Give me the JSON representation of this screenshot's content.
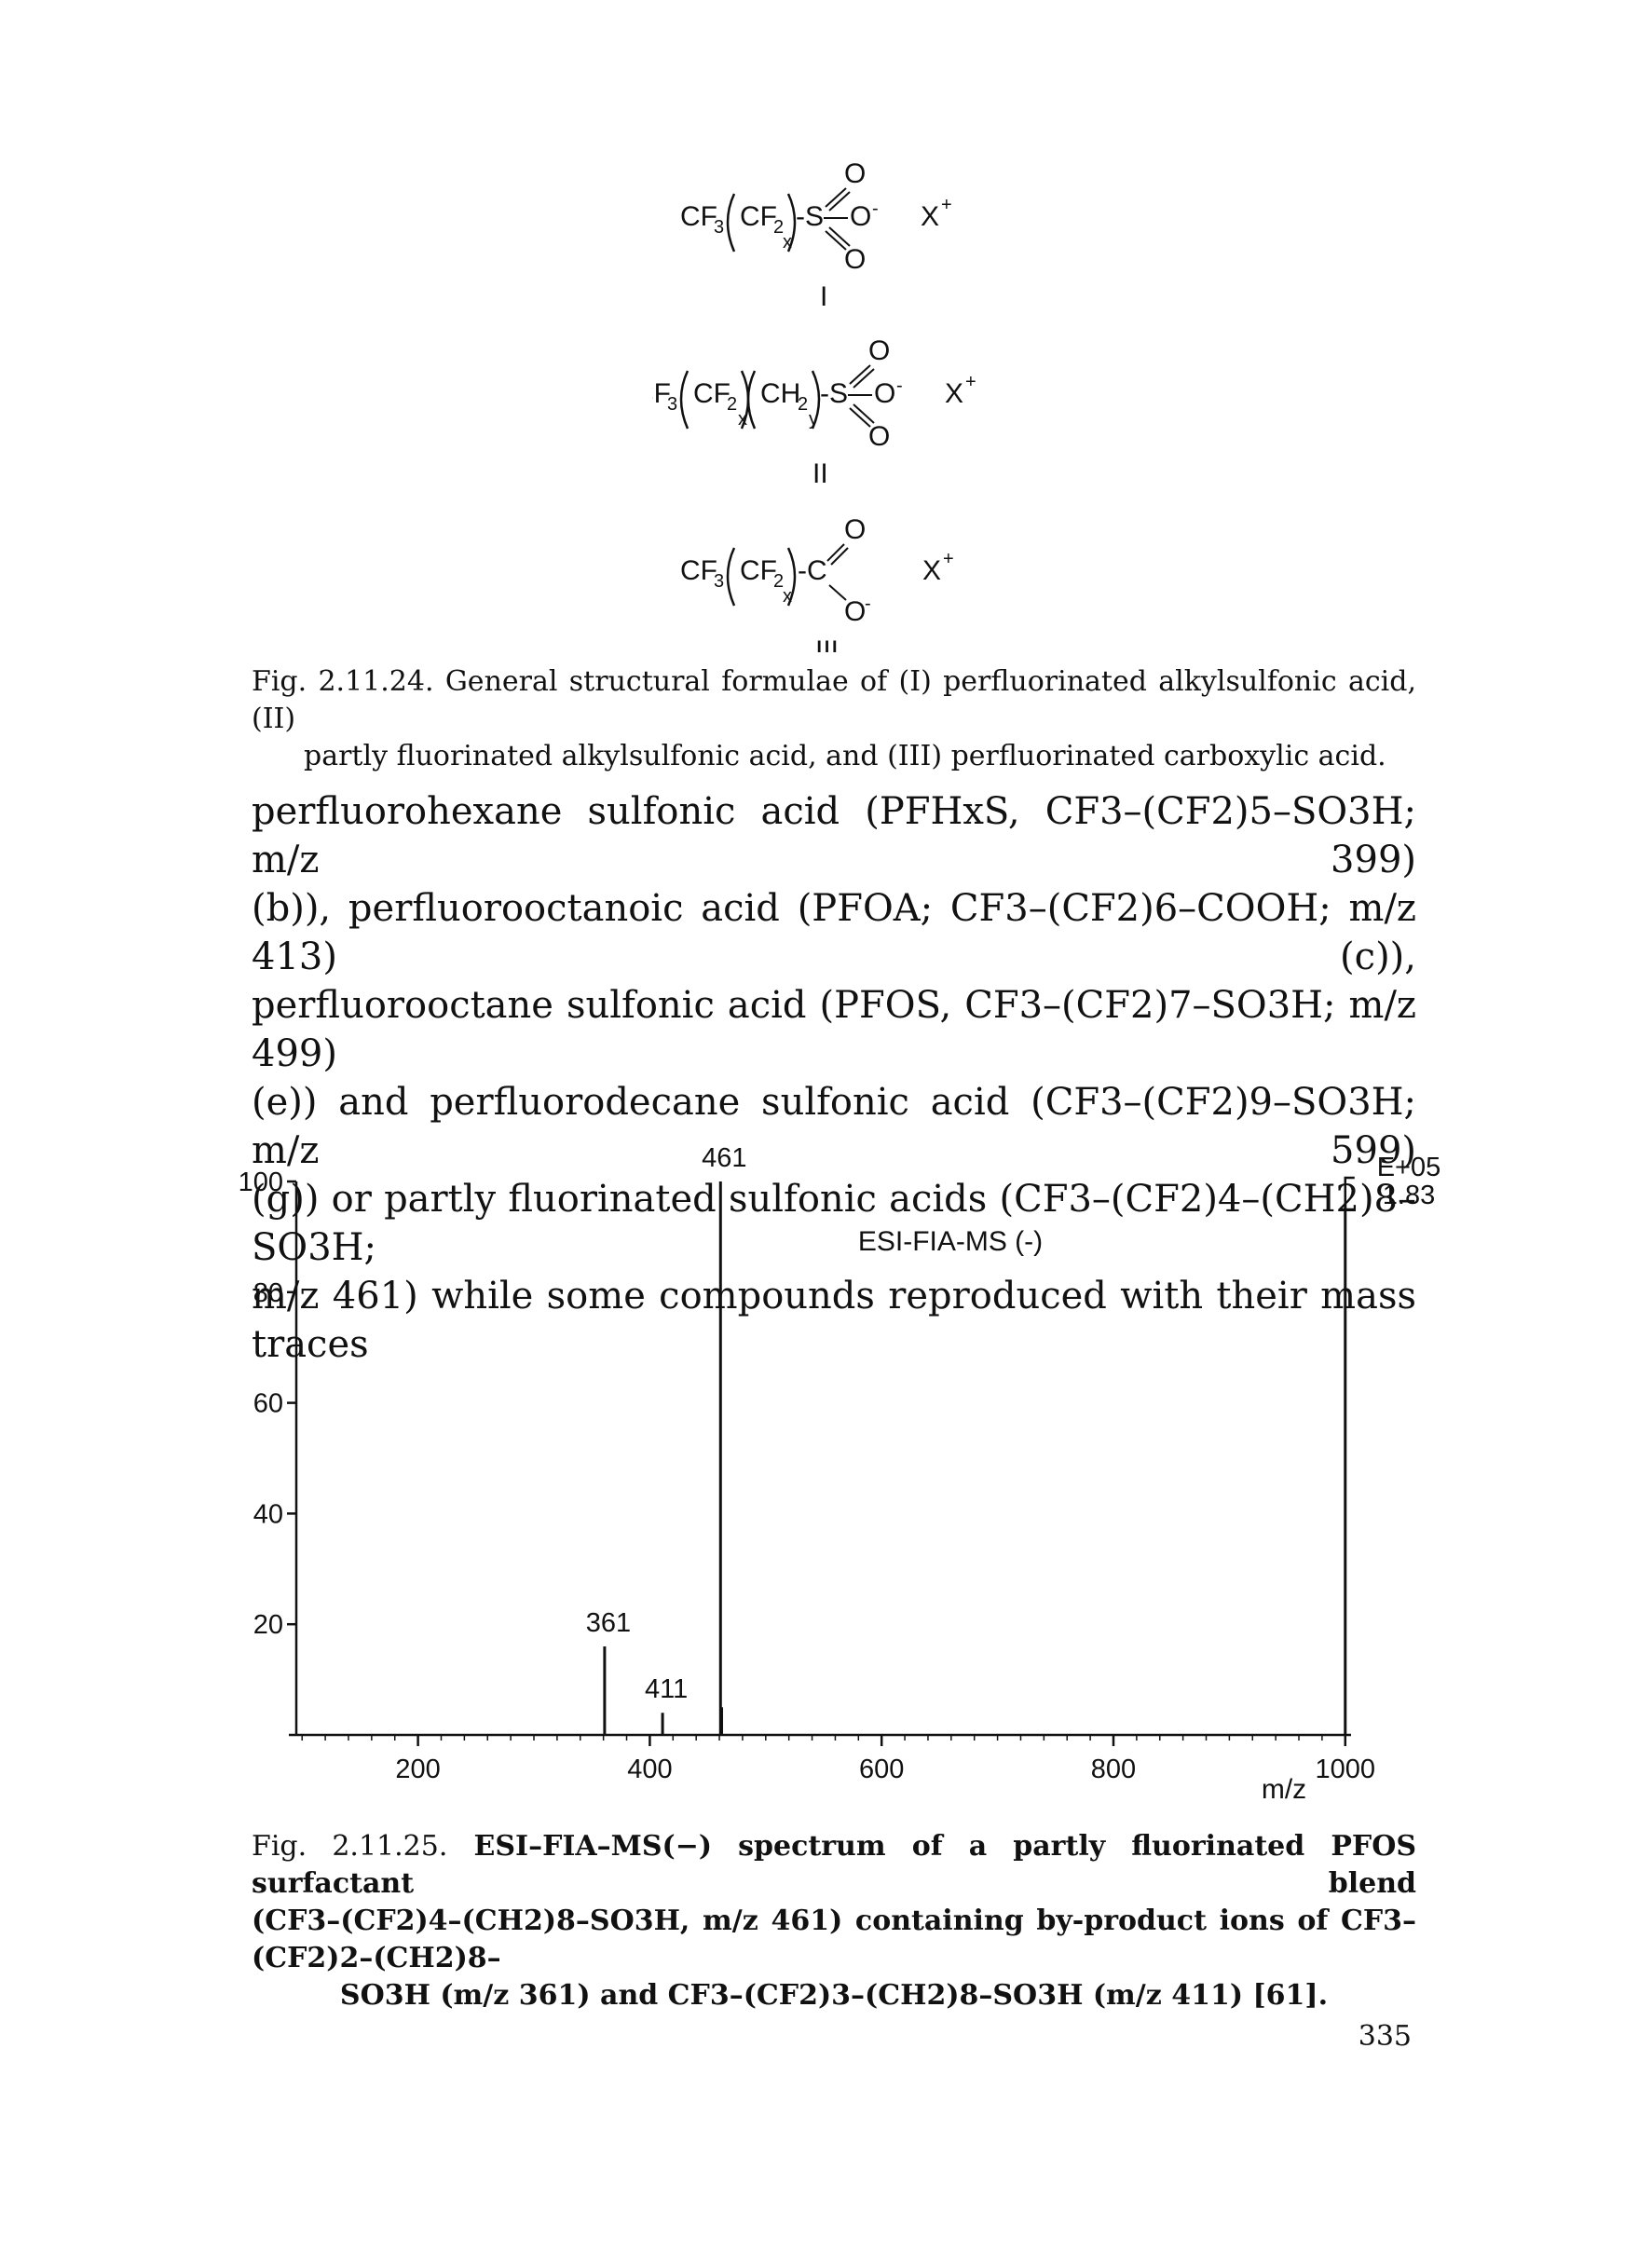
{
  "structures": {
    "I": {
      "label": "I",
      "x": "x"
    },
    "II": {
      "label": "II",
      "x": "x",
      "y": "y"
    },
    "III": {
      "label": "III",
      "x": "x"
    }
  },
  "fig24": {
    "label": "Fig. 2.11.24.",
    "line1": "General structural formulae of (I) perfluorinated alkylsulfonic acid, (II)",
    "line2": "partly fluorinated alkylsulfonic acid, and (III) perfluorinated carboxylic acid."
  },
  "body_lines": [
    "perfluorohexane sulfonic acid (PFHxS, CF3–(CF2)5–SO3H; m/z 399)",
    "(b)), perfluorooctanoic acid (PFOA; CF3–(CF2)6–COOH; m/z 413) (c)),",
    "perfluorooctane sulfonic acid (PFOS, CF3–(CF2)7–SO3H; m/z 499)",
    "(e)) and perfluorodecane sulfonic acid (CF3–(CF2)9–SO3H; m/z 599)",
    "(g)) or partly fluorinated sulfonic acids (CF3–(CF2)4–(CH2)8–SO3H;",
    "m/z 461) while some compounds reproduced with their mass traces"
  ],
  "chart_data": {
    "type": "bar",
    "annotation": "ESI-FIA-MS (-)",
    "scale_label_exp": "E+05",
    "scale_label_val": "1.83",
    "xlabel": "m/z",
    "xlim": [
      95,
      1005
    ],
    "ylim": [
      0,
      100
    ],
    "xticks": [
      "200",
      "400",
      "600",
      "800",
      "1000"
    ],
    "yticks": [
      "100",
      "80",
      "60",
      "40",
      "20"
    ],
    "peaks": [
      {
        "mz": 361,
        "intensity": 16,
        "label": "361"
      },
      {
        "mz": 411,
        "intensity": 4,
        "label": "411"
      },
      {
        "mz": 461,
        "intensity": 100,
        "label": "461"
      },
      {
        "mz": 462,
        "intensity": 5,
        "label": ""
      },
      {
        "mz": 1000,
        "intensity": 96,
        "label": ""
      }
    ]
  },
  "fig25": {
    "label": "Fig. 2.11.25.",
    "line1": "ESI–FIA–MS(−) spectrum of a partly fluorinated PFOS surfactant blend",
    "line2": "(CF3–(CF2)4–(CH2)8–SO3H, m/z 461) containing by-product ions of CF3–(CF2)2–(CH2)8–",
    "line3": "SO3H (m/z 361) and CF3–(CF2)3–(CH2)8–SO3H (m/z 411) [61]."
  },
  "page_number": "335"
}
